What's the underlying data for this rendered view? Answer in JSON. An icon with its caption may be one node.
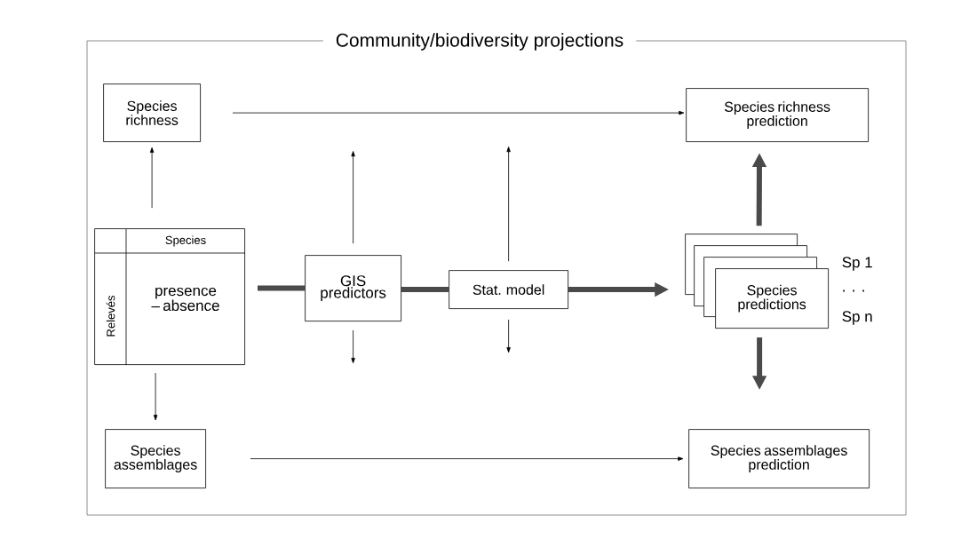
{
  "diagram": {
    "nodes": [
      {
        "text": [
          "Community/biodiversity projections"
        ]
      },
      {
        "text": [
          "Species richness"
        ],
        "in": 0
      },
      {
        "text": [
          "Species richness prediction"
        ],
        "in": 0
      },
      {
        "text": [
          "Species",
          "Relevés",
          "presence – absence"
        ],
        "in": 0
      },
      {
        "text": [
          "GIS predictors"
        ],
        "in": 0
      },
      {
        "text": [
          "Stat. model"
        ],
        "in": 0
      },
      {
        "text": [],
        "shape": "box",
        "in": 0
      },
      {
        "text": [],
        "shape": "box",
        "in": 0
      },
      {
        "text": [],
        "shape": "box",
        "in": 0
      },
      {
        "text": [
          "Species predictions"
        ],
        "beside": [
          "Sp 1",
          ". . .",
          "Sp n"
        ],
        "in": 0
      },
      {
        "text": [
          "Species assemblages"
        ],
        "in": 0
      },
      {
        "text": [
          "Species assemblages prediction"
        ],
        "in": 0
      }
    ],
    "edges": [
      {
        "from": 3,
        "to": 1,
        "arrow": "to"
      },
      {
        "from": 3,
        "to": 10,
        "arrow": "to"
      },
      {
        "from": 1,
        "to": 2,
        "arrow": "to"
      },
      {
        "from": 10,
        "to": 11,
        "arrow": "to"
      },
      {
        "from": 3,
        "to": 4,
        "arrow": "none",
        "style": "thick",
        "color": "#4a4a4a"
      },
      {
        "from": 4,
        "to": 5,
        "arrow": "none",
        "style": "thick",
        "color": "#4a4a4a"
      },
      {
        "from": 5,
        "to": 6,
        "arrow": "to",
        "style": "thick",
        "color": "#4a4a4a"
      },
      {
        "from": 6,
        "to": 2,
        "arrow": "to",
        "style": "thick",
        "color": "#4a4a4a"
      },
      {
        "from": 9,
        "to": 11,
        "arrow": "to",
        "style": "thick",
        "color": "#4a4a4a"
      },
      {
        "from": 4,
        "to": null,
        "arrow": "to"
      },
      {
        "from": 4,
        "to": null,
        "arrow": "to"
      },
      {
        "from": 5,
        "to": null,
        "arrow": "to"
      },
      {
        "from": 5,
        "to": null,
        "arrow": "to"
      }
    ]
  }
}
